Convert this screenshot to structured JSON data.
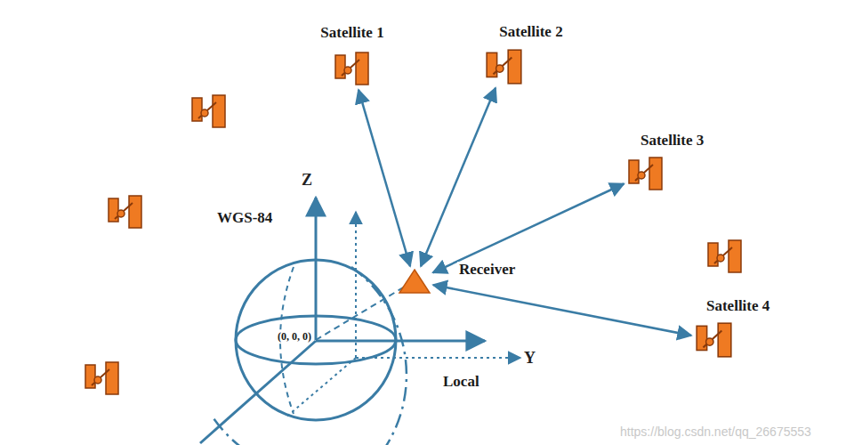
{
  "diagram": {
    "nodes": [
      {
        "text": [
          "Satellite 1"
        ]
      },
      {
        "text": [
          "Satellite 2"
        ]
      },
      {
        "text": [
          "Satellite 3"
        ]
      },
      {
        "text": [
          "Receiver"
        ]
      },
      {
        "text": [
          "Satellite 4"
        ]
      }
    ],
    "edges": [
      {
        "from": 3,
        "to": 0,
        "arrow": "both"
      },
      {
        "from": 3,
        "to": 1,
        "arrow": "both"
      },
      {
        "from": 3,
        "to": 2,
        "arrow": "both"
      },
      {
        "from": 3,
        "to": 4,
        "arrow": "both"
      }
    ],
    "labels": [
      "Z",
      "WGS-84",
      "(0, 0, 0)",
      "Y",
      "Local",
      "https://blog.csdn.net/qq_26675553"
    ]
  }
}
